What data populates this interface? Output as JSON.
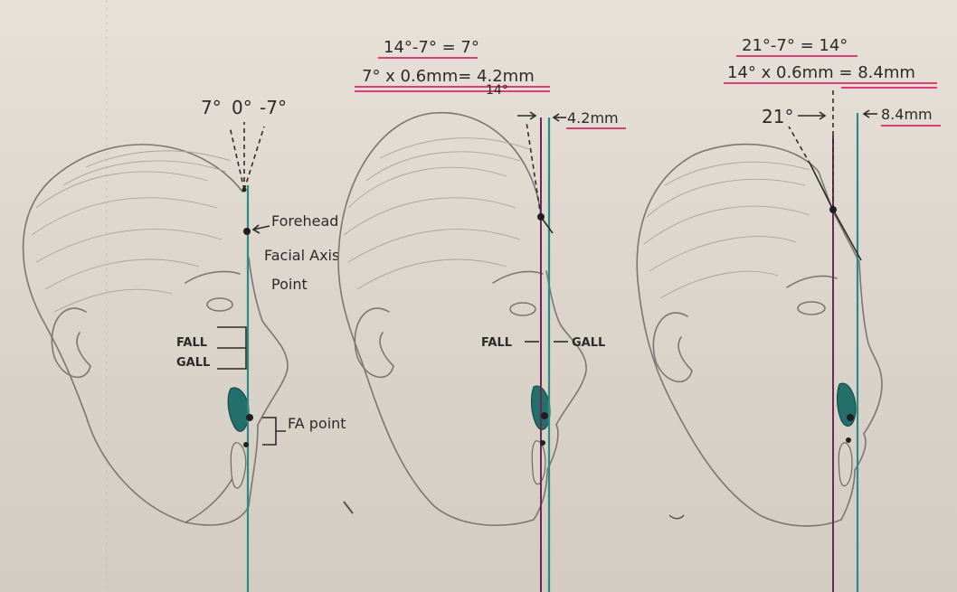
{
  "panel1": {
    "angle_left": "7°",
    "angle_center": "0°",
    "angle_right": "-7°",
    "forehead_label_line1": "Forehead",
    "forehead_label_line2": "Facial Axis",
    "forehead_label_line3": "Point",
    "fall_label": "FALL",
    "gall_label": "GALL",
    "fa_point_label": "FA point"
  },
  "panel2": {
    "calc_line1": "14°-7° = 7°",
    "calc_line2": "7° x 0.6mm= 4.2mm",
    "angle_label": "14°",
    "offset_label": "4.2mm",
    "fall_label": "FALL",
    "gall_label": "GALL"
  },
  "panel3": {
    "calc_line1": "21°-7° = 14°",
    "calc_line2": "14° x 0.6mm = 8.4mm",
    "angle_label": "21°",
    "offset_label": "8.4mm"
  },
  "colors": {
    "axis_line": "#2f8a85",
    "offset_line": "#6b2a55",
    "underline": "#d83f7a",
    "incisor_fill": "#236f6c"
  }
}
